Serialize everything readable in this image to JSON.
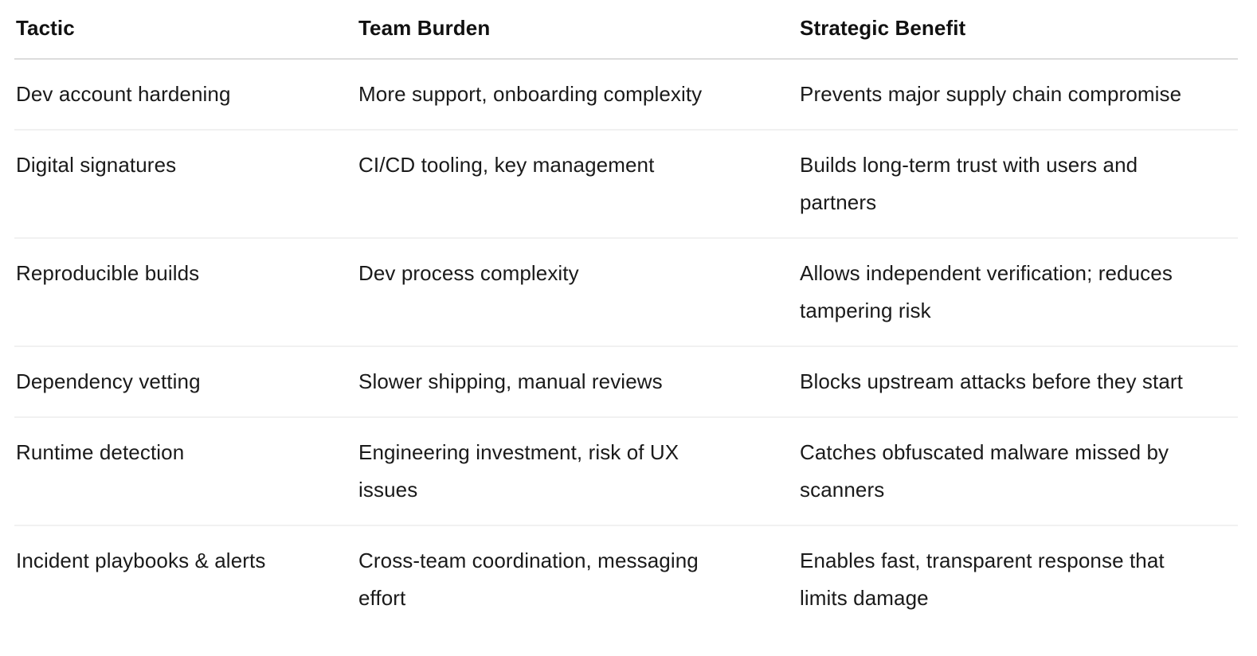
{
  "colors": {
    "background": "#ffffff",
    "text": "#1a1a1a",
    "header_divider": "#dcdcdc",
    "row_divider": "#f1f1f1"
  },
  "table": {
    "columns": [
      {
        "label": "Tactic"
      },
      {
        "label": "Team Burden"
      },
      {
        "label": "Strategic Benefit"
      }
    ],
    "rows": [
      {
        "tactic": "Dev account hardening",
        "team_burden": "More support, onboarding complexity",
        "strategic_benefit": "Prevents major supply chain compromise"
      },
      {
        "tactic": "Digital signatures",
        "team_burden": "CI/CD tooling, key management",
        "strategic_benefit": "Builds long-term trust with users and\npartners"
      },
      {
        "tactic": "Reproducible builds",
        "team_burden": "Dev process complexity",
        "strategic_benefit": "Allows independent verification; reduces\ntampering risk"
      },
      {
        "tactic": "Dependency vetting",
        "team_burden": "Slower shipping, manual reviews",
        "strategic_benefit": "Blocks upstream attacks before they start"
      },
      {
        "tactic": "Runtime detection",
        "team_burden": "Engineering investment, risk of UX\nissues",
        "strategic_benefit": "Catches obfuscated malware missed by\nscanners"
      },
      {
        "tactic": "Incident playbooks & alerts",
        "team_burden": "Cross-team coordination, messaging\neffort",
        "strategic_benefit": "Enables fast, transparent response that\nlimits damage"
      }
    ]
  }
}
